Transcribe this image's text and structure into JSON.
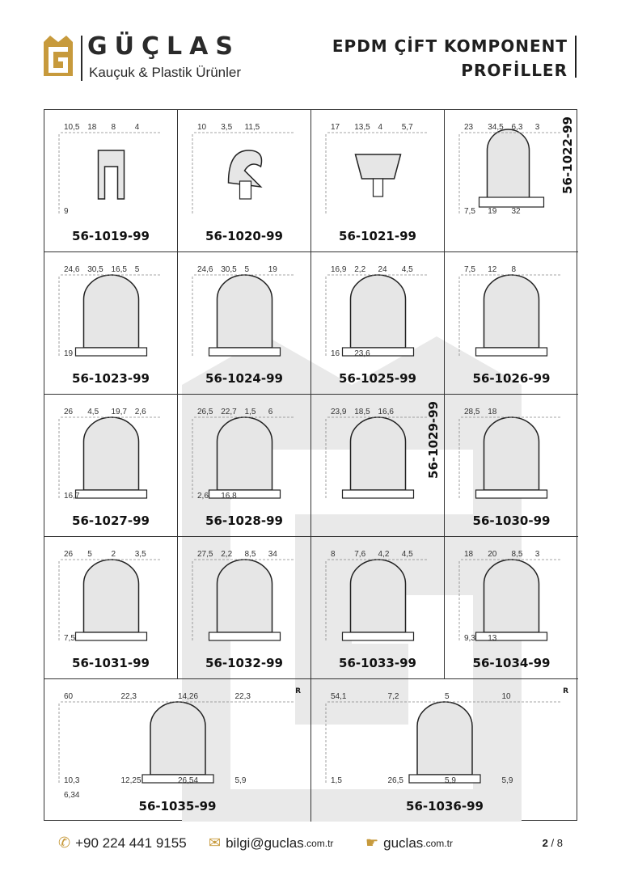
{
  "header": {
    "brand": "GÜÇLAS",
    "tagline": "Kauçuk & Plastik Ürünler",
    "title_line1": "EPDM ÇİFT KOMPONENT",
    "title_line2": "PROFİLLER"
  },
  "colors": {
    "brand_gold": "#c79a3c",
    "dark": "#2a2a2a",
    "foam": "#e6e6e6"
  },
  "profiles": [
    {
      "code": "56-1019-99",
      "dims": [
        "10,5",
        "18",
        "8",
        "4",
        "9"
      ]
    },
    {
      "code": "56-1020-99",
      "dims": [
        "10",
        "3,5",
        "11,5"
      ]
    },
    {
      "code": "56-1021-99",
      "dims": [
        "17",
        "13,5",
        "4",
        "5,7"
      ]
    },
    {
      "code": "56-1022-99",
      "dims": [
        "23",
        "34,5",
        "6,3",
        "3",
        "7,5",
        "19",
        "32"
      ]
    },
    {
      "code": "56-1023-99",
      "dims": [
        "24,6",
        "30,5",
        "16,5",
        "5",
        "19"
      ]
    },
    {
      "code": "56-1024-99",
      "dims": [
        "24,6",
        "30,5",
        "5",
        "19"
      ]
    },
    {
      "code": "56-1025-99",
      "dims": [
        "16,9",
        "2,2",
        "24",
        "4,5",
        "16",
        "23,6"
      ]
    },
    {
      "code": "56-1026-99",
      "dims": [
        "7,5",
        "12",
        "8"
      ]
    },
    {
      "code": "56-1027-99",
      "dims": [
        "26",
        "4,5",
        "19,7",
        "2,6",
        "16,7"
      ]
    },
    {
      "code": "56-1028-99",
      "dims": [
        "26,5",
        "22,7",
        "1,5",
        "6",
        "2,6",
        "16,8"
      ]
    },
    {
      "code": "56-1029-99",
      "dims": [
        "23,9",
        "18,5",
        "16,6"
      ]
    },
    {
      "code": "56-1030-99",
      "dims": [
        "28,5",
        "18"
      ]
    },
    {
      "code": "56-1031-99",
      "dims": [
        "26",
        "5",
        "2",
        "3,5",
        "7,5"
      ]
    },
    {
      "code": "56-1032-99",
      "dims": [
        "27,5",
        "2,2",
        "8,5",
        "34"
      ]
    },
    {
      "code": "56-1033-99",
      "dims": [
        "8",
        "7,6",
        "4,2",
        "4,5"
      ]
    },
    {
      "code": "56-1034-99",
      "dims": [
        "18",
        "20",
        "8,5",
        "3",
        "9,3",
        "13"
      ]
    },
    {
      "code": "56-1035-99",
      "dims": [
        "60",
        "22,3",
        "14,26",
        "22,3",
        "10,3",
        "12,25",
        "26,54",
        "5,9",
        "6,34"
      ],
      "r": "R"
    },
    {
      "code": "56-1036-99",
      "dims": [
        "54,1",
        "7,2",
        "5",
        "10",
        "1,5",
        "26,5",
        "5,9",
        "5,9"
      ],
      "r": "R"
    }
  ],
  "footer": {
    "phone": "+90 224 441 9155",
    "email_main": "bilgi@guclas",
    "email_suffix": ".com.tr",
    "web_main": "guclas",
    "web_suffix": ".com.tr",
    "page_current": "2",
    "page_total": "/ 8"
  }
}
